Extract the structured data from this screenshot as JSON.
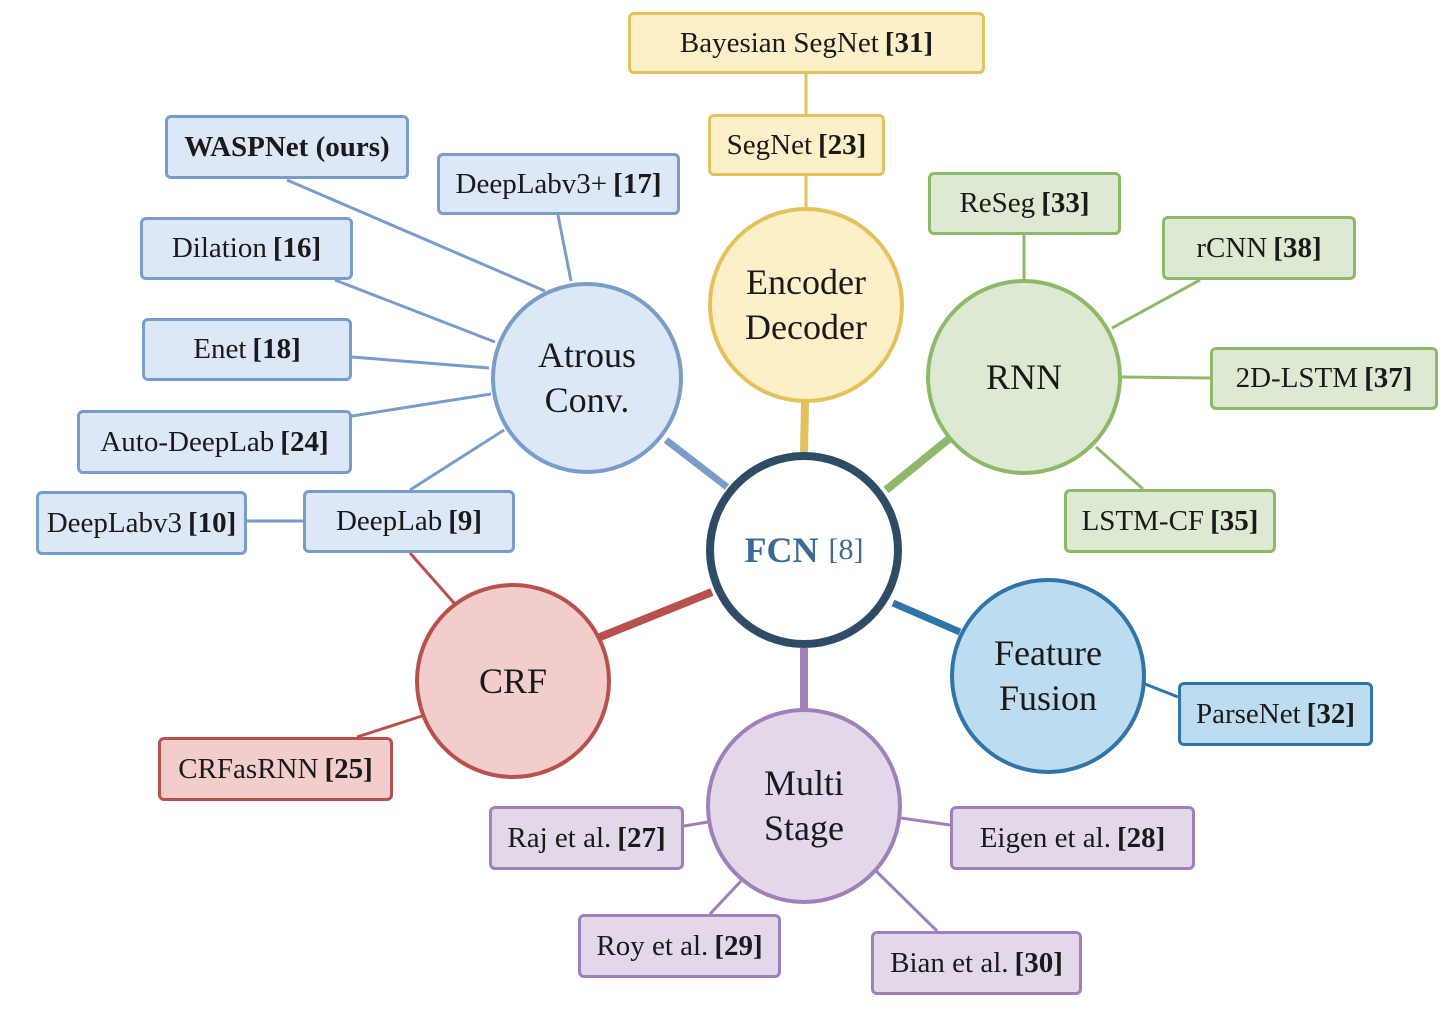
{
  "center": {
    "label": "FCN",
    "ref": "[8]"
  },
  "groups": [
    {
      "id": "atrous",
      "label": "Atrous\nConv.",
      "stroke": "#7a9cc9",
      "fill": "#dce7f7",
      "items": [
        {
          "name": "WASPNet (ours)",
          "ref": "",
          "bold": true
        },
        {
          "name": "DeepLabv3+",
          "ref": "[17]"
        },
        {
          "name": "Dilation",
          "ref": "[16]"
        },
        {
          "name": "Enet",
          "ref": "[18]"
        },
        {
          "name": "Auto-DeepLab",
          "ref": "[24]"
        },
        {
          "name": "DeepLab",
          "ref": "[9]"
        },
        {
          "name": "DeepLabv3",
          "ref": "[10]"
        }
      ]
    },
    {
      "id": "encoder",
      "label": "Encoder\nDecoder",
      "stroke": "#e3c15c",
      "fill": "#fdf0c8",
      "items": [
        {
          "name": "Bayesian SegNet",
          "ref": "[31]"
        },
        {
          "name": "SegNet",
          "ref": "[23]"
        }
      ]
    },
    {
      "id": "rnn",
      "label": "RNN",
      "stroke": "#8fb96a",
      "fill": "#dde9d3",
      "items": [
        {
          "name": "ReSeg",
          "ref": "[33]"
        },
        {
          "name": "rCNN",
          "ref": "[38]"
        },
        {
          "name": "2D-LSTM",
          "ref": "[37]"
        },
        {
          "name": "LSTM-CF",
          "ref": "[35]"
        }
      ]
    },
    {
      "id": "fusion",
      "label": "Feature\nFusion",
      "stroke": "#2f75a9",
      "fill": "#bddcef",
      "items": [
        {
          "name": "ParseNet",
          "ref": "[32]"
        }
      ]
    },
    {
      "id": "multistage",
      "label": "Multi\nStage",
      "stroke": "#9f80b8",
      "fill": "#e3d8ea",
      "items": [
        {
          "name": "Raj et al.",
          "ref": "[27]"
        },
        {
          "name": "Eigen et al.",
          "ref": "[28]"
        },
        {
          "name": "Roy et al.",
          "ref": "[29]"
        },
        {
          "name": "Bian et al.",
          "ref": "[30]"
        }
      ]
    },
    {
      "id": "crf",
      "label": "CRF",
      "stroke": "#b8514d",
      "fill": "#f2cdcb",
      "items": [
        {
          "name": "CRFasRNN",
          "ref": "[25]"
        }
      ]
    }
  ]
}
